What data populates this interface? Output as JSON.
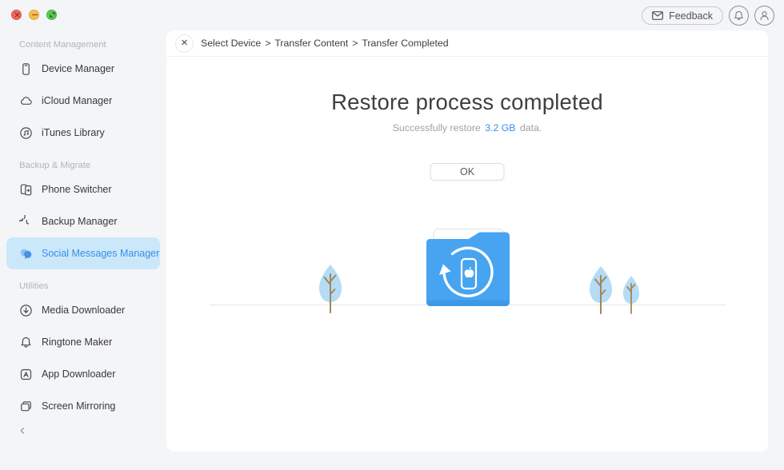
{
  "window": {
    "traffic_lights": {
      "close": "close",
      "minimize": "minimize",
      "zoom": "zoom"
    }
  },
  "topbar": {
    "feedback_label": "Feedback"
  },
  "sidebar": {
    "sections": [
      {
        "title": "Content Management",
        "items": [
          {
            "label": "Device Manager",
            "icon": "phone-icon"
          },
          {
            "label": "iCloud Manager",
            "icon": "cloud-icon"
          },
          {
            "label": "iTunes Library",
            "icon": "music-note-icon"
          }
        ]
      },
      {
        "title": "Backup & Migrate",
        "items": [
          {
            "label": "Phone Switcher",
            "icon": "phone-switch-icon"
          },
          {
            "label": "Backup Manager",
            "icon": "clock-restore-icon"
          },
          {
            "label": "Social Messages Manager",
            "icon": "chat-bubbles-icon",
            "selected": true
          }
        ]
      },
      {
        "title": "Utilities",
        "items": [
          {
            "label": "Media Downloader",
            "icon": "download-circle-icon"
          },
          {
            "label": "Ringtone Maker",
            "icon": "bell-icon"
          },
          {
            "label": "App Downloader",
            "icon": "appstore-icon"
          },
          {
            "label": "Screen Mirroring",
            "icon": "screens-icon"
          }
        ]
      }
    ],
    "collapse_glyph": "‹"
  },
  "breadcrumb": {
    "close_glyph": "×",
    "items": [
      "Select Device",
      "Transfer Content",
      "Transfer Completed"
    ],
    "separator": ">"
  },
  "main": {
    "title": "Restore process completed",
    "subtitle_prefix": "Successfully restore",
    "subtitle_value": "3.2 GB",
    "subtitle_suffix": "data.",
    "ok_label": "OK"
  },
  "colors": {
    "accent_blue": "#3a8de8",
    "selected_item_bg": "#cbe8fb",
    "folder_blue": "#47a4f1",
    "tree_blue": "#b4dcf6",
    "trunk_brown": "#a2865c",
    "window_bg": "#f4f5f7"
  }
}
